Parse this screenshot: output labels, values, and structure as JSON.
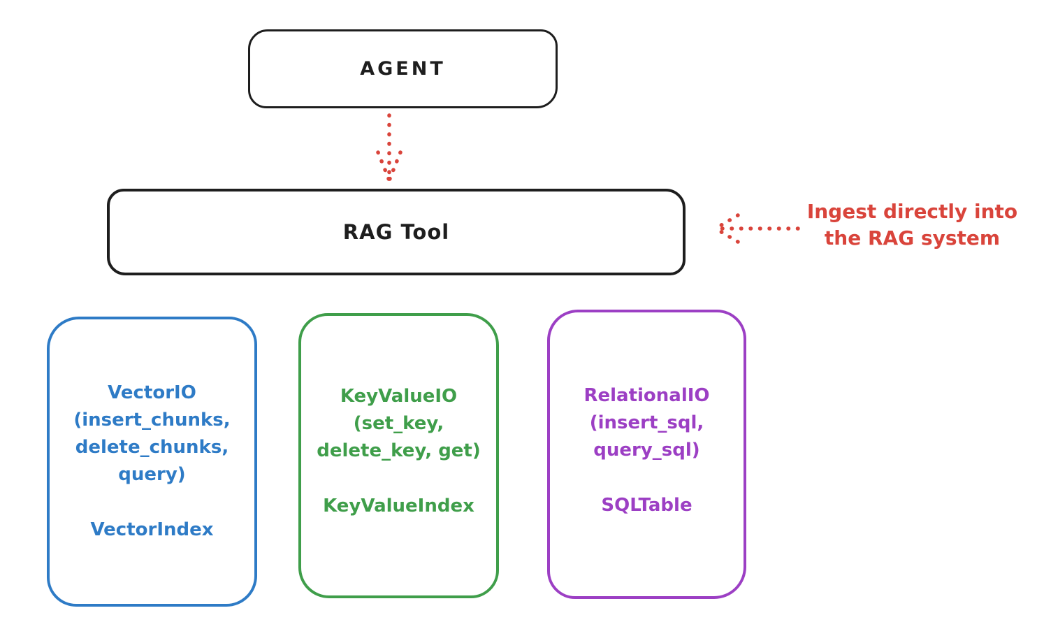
{
  "colors": {
    "ink": "#1e1e1e",
    "red": "#d9443b",
    "blue": "#2e7bc6",
    "green": "#3f9e4a",
    "purple": "#9c3fc4",
    "background": "#ffffff"
  },
  "agent_box": {
    "label": "AGENT"
  },
  "rag_box": {
    "label": "RAG Tool"
  },
  "annotation": {
    "line1": "Ingest directly into",
    "line2": "the RAG system"
  },
  "arrows": {
    "agent_to_rag": "dotted-down-arrow",
    "ingest_to_rag": "dotted-left-arrow"
  },
  "io_boxes": [
    {
      "name": "VectorIO",
      "lines": [
        "VectorIO",
        "(insert_chunks,",
        "delete_chunks,",
        "query)"
      ],
      "index": "VectorIndex"
    },
    {
      "name": "KeyValueIO",
      "lines": [
        "KeyValueIO",
        "(set_key,",
        "delete_key, get)"
      ],
      "index": "KeyValueIndex"
    },
    {
      "name": "RelationalIO",
      "lines": [
        "RelationalIO",
        "(insert_sql,",
        "query_sql)"
      ],
      "index": "SQLTable"
    }
  ]
}
